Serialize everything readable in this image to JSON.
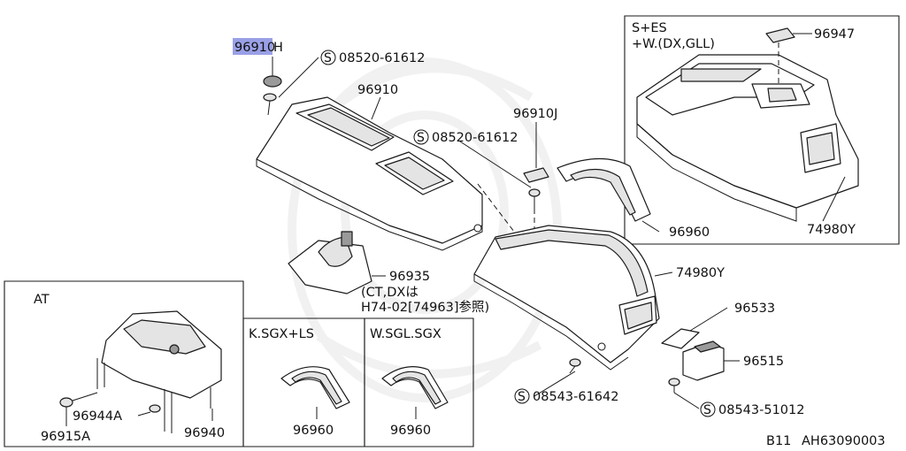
{
  "highlight_color": "#9aa0e6",
  "callouts": {
    "highlighted_part": "96910",
    "highlighted_suffix": "H",
    "screw_top": "08520-61612",
    "console_front": "96910",
    "clip_j": "96910J",
    "screw_mid": "08520-61612",
    "boot_gear": "96935",
    "boot_note_1": "(CT,DXは",
    "boot_note_2": "H74-02[74963]参照)",
    "trim_right": "96960",
    "console_rear": "74980Y",
    "bracket": "96533",
    "switch": "96515",
    "screw_rear_left": "08543-61642",
    "screw_rear_right": "08543-51012",
    "lid": "96947",
    "console_rear_alt": "74980Y"
  },
  "panels": {
    "top_right": {
      "title_1": "S+ES",
      "title_2": "+W.(DX,GLL)"
    },
    "at": {
      "title": "AT",
      "label_a": "96944A",
      "label_b": "96915A",
      "label_c": "96940"
    },
    "ksgx": {
      "title": "K.SGX+LS",
      "label": "96960"
    },
    "wsgl": {
      "title": "W.SGL.SGX",
      "label": "96960"
    }
  },
  "footer": {
    "section": "B11",
    "code": "AH63090003"
  },
  "icons": [
    "screw-symbol-icon"
  ]
}
